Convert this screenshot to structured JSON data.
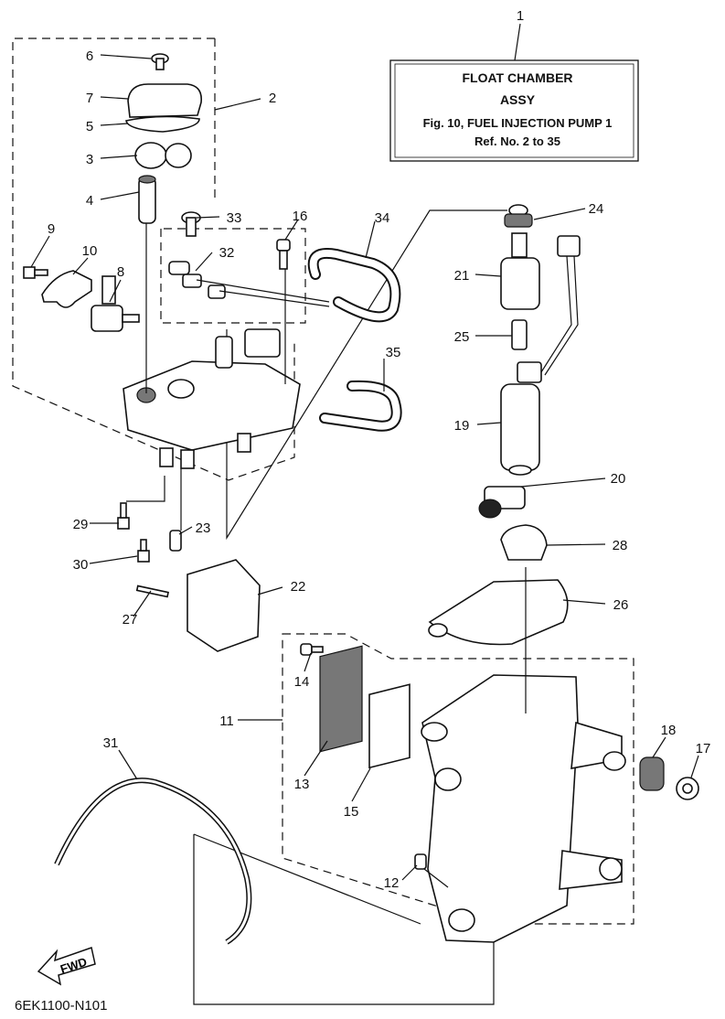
{
  "title_box": {
    "line1": "FLOAT CHAMBER",
    "line2": "ASSY",
    "line3": "Fig. 10, FUEL INJECTION PUMP 1",
    "line4": "Ref. No. 2 to 35"
  },
  "callouts": {
    "c1": "1",
    "c2": "2",
    "c3": "3",
    "c4": "4",
    "c5": "5",
    "c6": "6",
    "c7": "7",
    "c8": "8",
    "c9": "9",
    "c10": "10",
    "c11": "11",
    "c12": "12",
    "c13": "13",
    "c14": "14",
    "c15": "15",
    "c16": "16",
    "c17": "17",
    "c18": "18",
    "c19": "19",
    "c20": "20",
    "c21": "21",
    "c22": "22",
    "c23": "23",
    "c24": "24",
    "c25": "25",
    "c26": "26",
    "c27": "27",
    "c28": "28",
    "c29": "29",
    "c30": "30",
    "c31": "31",
    "c32": "32",
    "c33": "33",
    "c34": "34",
    "c35": "35"
  },
  "fwd_label": "FWD",
  "catalog_code": "6EK1100-N101"
}
